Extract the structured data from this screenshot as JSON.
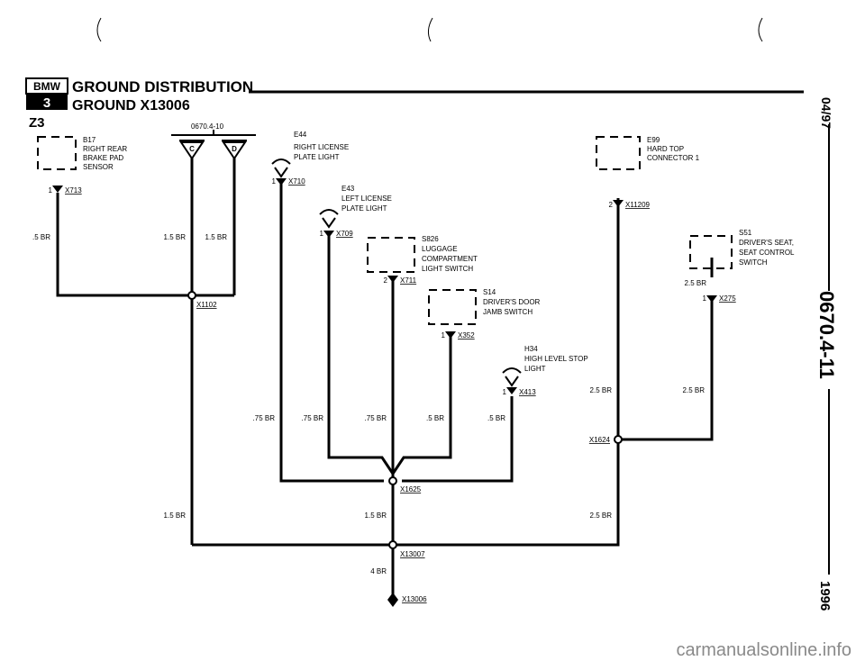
{
  "header": {
    "logo_text": "BMW",
    "series_badge": "3",
    "title": "GROUND DISTRIBUTION",
    "subtitle": "GROUND X13006",
    "model": "Z3",
    "ref_code": "0670.4-10"
  },
  "side_margin": {
    "date": "04/97",
    "page": "0670.4-11",
    "year": "1996"
  },
  "components": [
    {
      "code": "B17",
      "name_lines": [
        "RIGHT REAR",
        "BRAKE PAD",
        "SENSOR"
      ],
      "pin": "1",
      "connector": "X713"
    },
    {
      "code": "E44",
      "name_lines": [
        "RIGHT LICENSE",
        "PLATE LIGHT"
      ],
      "pin": "1",
      "connector": "X710"
    },
    {
      "code": "E43",
      "name_lines": [
        "LEFT LICENSE",
        "PLATE LIGHT"
      ],
      "pin": "1",
      "connector": "X709"
    },
    {
      "code": "S826",
      "name_lines": [
        "LUGGAGE",
        "COMPARTMENT",
        "LIGHT SWITCH"
      ],
      "pin": "2",
      "connector": "X711"
    },
    {
      "code": "S14",
      "name_lines": [
        "DRIVER'S DOOR",
        "JAMB SWITCH"
      ],
      "pin": "1",
      "connector": "X352"
    },
    {
      "code": "H34",
      "name_lines": [
        "HIGH LEVEL STOP",
        "LIGHT"
      ],
      "pin": "1",
      "connector": "X413"
    },
    {
      "code": "E99",
      "name_lines": [
        "HARD TOP",
        "CONNECTOR 1"
      ],
      "pin": "2",
      "connector": "X11209"
    },
    {
      "code": "S51",
      "name_lines": [
        "DRIVER'S SEAT,",
        "SEAT CONTROL",
        "SWITCH"
      ],
      "pin": "1",
      "connector": "X275"
    }
  ],
  "ground_symbols": [
    "C",
    "D"
  ],
  "wires": {
    "b17": ".5 BR",
    "c_ground": "1.5 BR",
    "d_ground": "1.5 BR",
    "e44": ".75 BR",
    "e43": ".75 BR",
    "s826": ".75 BR",
    "s14": ".5 BR",
    "h34": ".5 BR",
    "s51_top": "2.5 BR",
    "s51_bottom": "2.5 BR",
    "e99": "2.5 BR",
    "x1102_down": "1.5 BR",
    "x1625_down": "1.5 BR",
    "x1624_down": "2.5 BR",
    "final": "4 BR"
  },
  "splices": {
    "x1102": "X1102",
    "x1625": "X1625",
    "x1624": "X1624",
    "x13007": "X13007",
    "x13006": "X13006"
  },
  "watermark": "carmanualsonline.info"
}
